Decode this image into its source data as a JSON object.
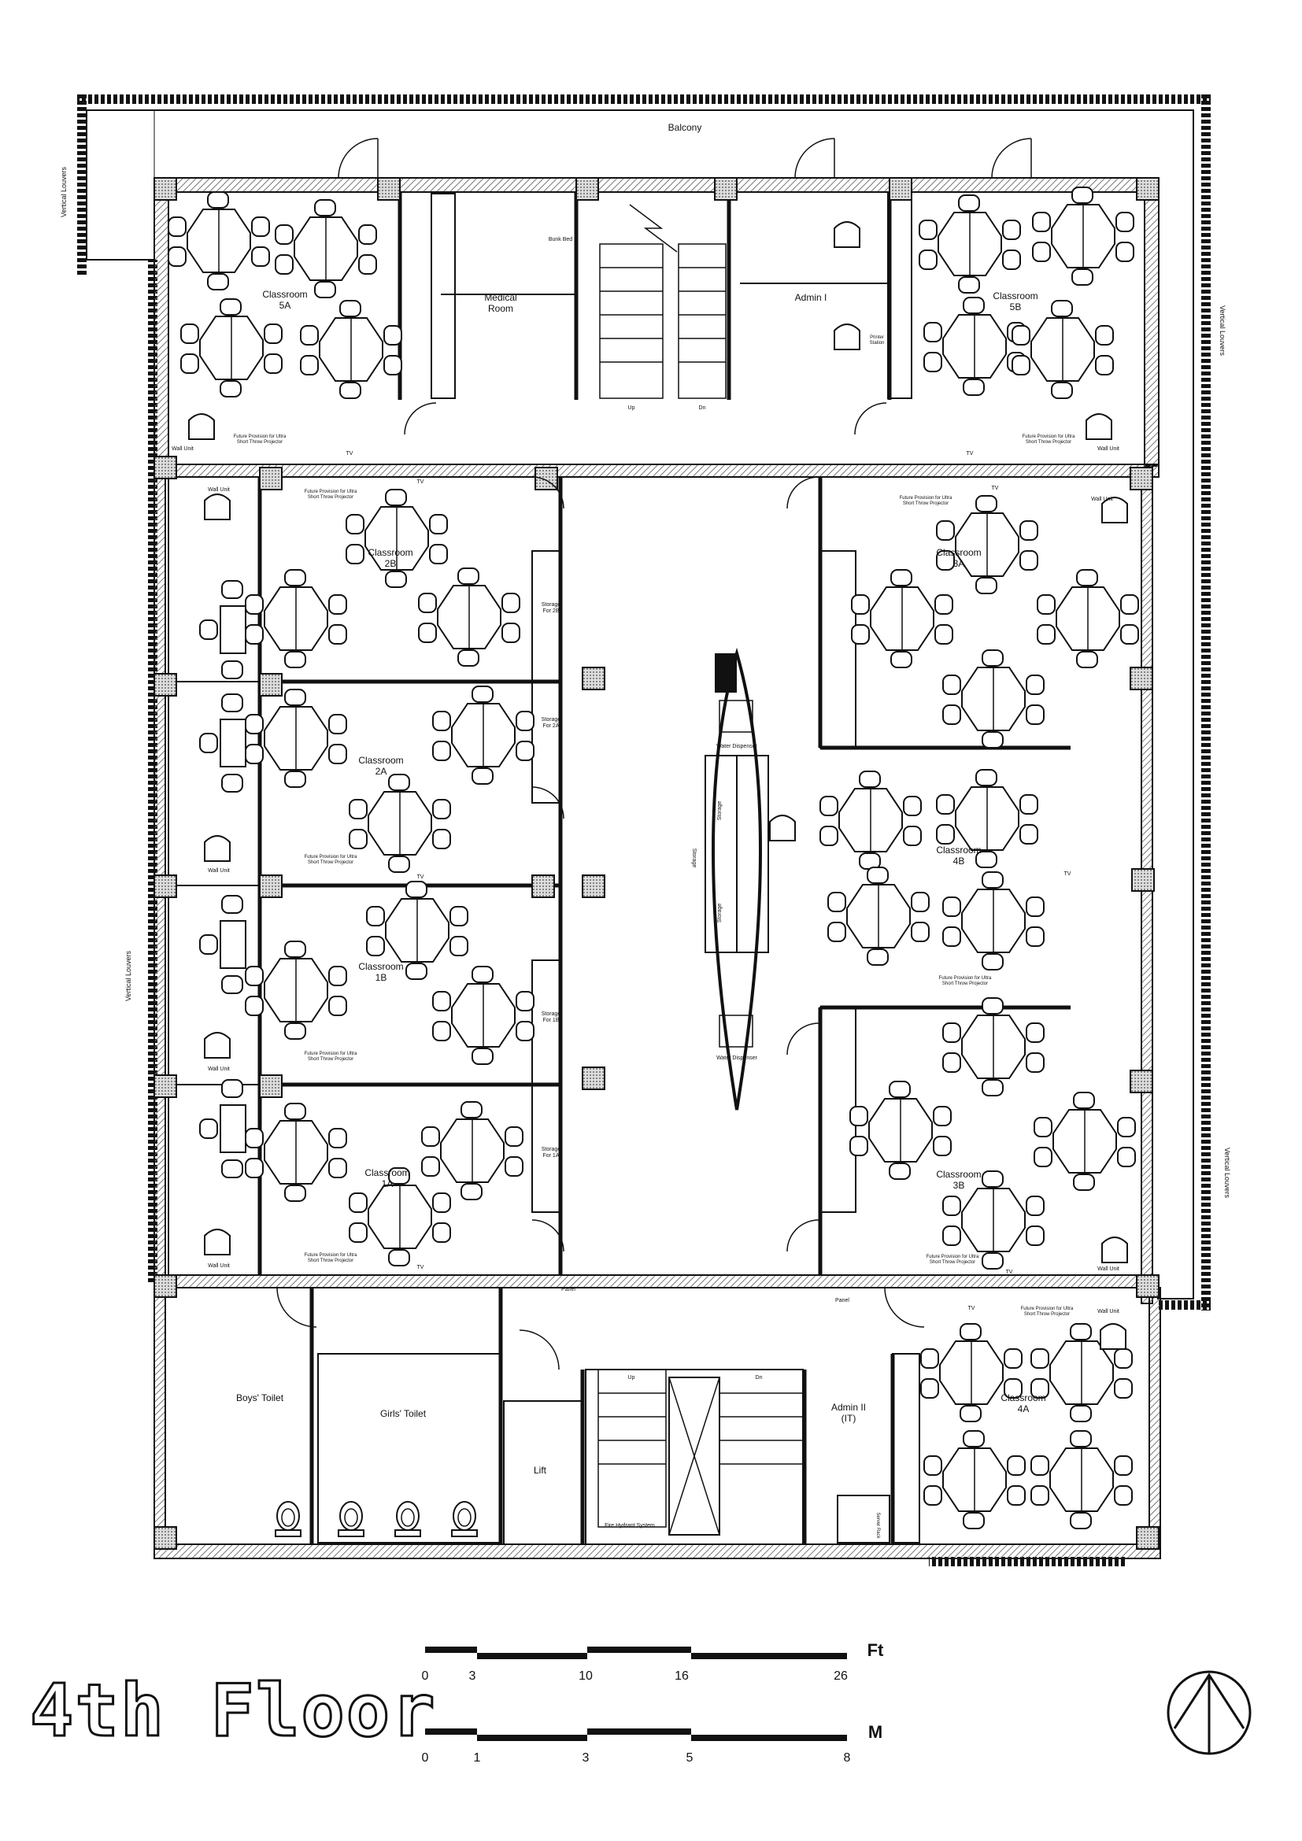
{
  "title": "4th Floor",
  "balcony": "Balcony",
  "louvers": "Vertical Louvers",
  "rooms": {
    "c5a": "Classroom\n5A",
    "medical": "Medical\nRoom",
    "admin1": "Admin I",
    "c5b": "Classroom\n5B",
    "c2b": "Classroom\n2B",
    "c3a": "Classroom\n3A",
    "c2a": "Classroom\n2A",
    "c4b": "Classroom\n4B",
    "c1b": "Classroom\n1B",
    "c1a": "Classroom\n1A",
    "c3b": "Classroom\n3B",
    "boys": "Boys' Toilet",
    "girls": "Girls' Toilet",
    "lift": "Lift",
    "admin2": "Admin II\n(IT)",
    "c4a": "Classroom\n4A"
  },
  "small_labels": {
    "wall_unit": "Wall Unit",
    "tv": "TV",
    "water": "Water Dispenser",
    "storage": "Storage",
    "storage_2b": "Storage\nFor 2B",
    "storage_2a": "Storage\nFor 2A",
    "storage_1b": "Storage\nFor 1B",
    "storage_1a": "Storage\nFor 1A",
    "panel": "Panel",
    "up": "Up",
    "dn": "Dn",
    "fire": "Fire Hydrant System",
    "future_proj": "Future Provision for Ultra\nShort Throw Projector",
    "bunk": "Bunk Bed",
    "server": "Server Rack",
    "printer": "Printer\nStation"
  },
  "scale_ft": {
    "unit": "Ft",
    "ticks": [
      "0",
      "3",
      "10",
      "16",
      "26"
    ]
  },
  "scale_m": {
    "unit": "M",
    "ticks": [
      "0",
      "1",
      "3",
      "5",
      "8"
    ]
  }
}
